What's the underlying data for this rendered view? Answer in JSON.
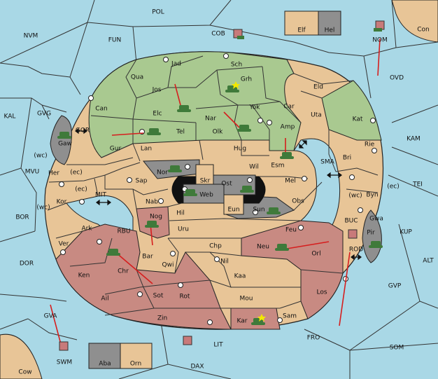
{
  "colors": {
    "sea": "#a9d8e6",
    "land": "#e8c597",
    "green_power": "#a9c990",
    "red_power": "#c88a82",
    "grey": "#8f8f8f",
    "dark": "#111111",
    "arrow": "#d61e1e",
    "unit_green": "#3f7a3a",
    "unit_red": "#c87a7a"
  },
  "labels": {
    "POL": "POL",
    "NVM": "NVM",
    "FUN": "FUN",
    "COB": "COB",
    "NOM": "NOM",
    "Con": "Con",
    "Elf": "Elf",
    "Hel": "Hel",
    "OVD": "OVD",
    "KAL": "KAL",
    "GVG": "GVG",
    "GOR": "GOR",
    "Gaw": "Gaw",
    "wc1": "(wc)",
    "Her": "Her",
    "ec1": "(ec)",
    "MVU": "MVU",
    "ec2": "(ec)",
    "Kor": "Kor",
    "wc2": "(wc)",
    "MIT": "MIT",
    "BOR": "BOR",
    "Ark": "Ark",
    "RBU": "RBU",
    "Ver": "Ver",
    "DOR": "DOR",
    "Ken": "Ken",
    "Ail": "Ail",
    "Chr": "Chr",
    "Sot": "Sot",
    "Rot": "Rot",
    "Zin": "Zin",
    "Bar": "Bar",
    "Qwi": "Qwi",
    "Nog": "Nog",
    "Nab": "Nab",
    "Hil": "Hil",
    "Uru": "Uru",
    "Sap": "Sap",
    "Nor": "Nor",
    "Skr": "Skr",
    "Web": "Web",
    "Ost": "Ost",
    "Eun": "Eun",
    "Sun": "Sun",
    "Wil": "Wil",
    "Mel": "Mel",
    "Obs": "Obs",
    "Feu": "Feu",
    "Chp": "Chp",
    "Nil": "Nil",
    "Kaa": "Kaa",
    "Mou": "Mou",
    "Kar": "Kar",
    "Sam": "Sam",
    "Los": "Los",
    "Orl": "Orl",
    "Neu": "Neu",
    "Gur": "Gur",
    "Lan": "Lan",
    "Hug": "Hug",
    "Esm": "Esm",
    "Can": "Can",
    "Elc": "Elc",
    "Tel": "Tel",
    "Olk": "Olk",
    "Nar": "Nar",
    "Jos": "Jos",
    "Qua": "Qua",
    "Jad": "Jad",
    "Sch": "Sch",
    "Grh": "Grh",
    "Yok": "Yok",
    "Car": "Car",
    "Amp": "Amp",
    "Eld": "Eld",
    "Uta": "Uta",
    "Kat": "Kat",
    "Rie": "Rie",
    "Bri": "Bri",
    "wc3": "(wc)",
    "Byn": "Byn",
    "ec3": "(ec)",
    "SMA": "SMA",
    "KAM": "KAM",
    "TEI": "TEI",
    "BUC": "BUC",
    "Gwa": "Gwa",
    "Pir": "Pir",
    "KUP": "KUP",
    "ROD": "ROD",
    "ALT": "ALT",
    "GVP": "GVP",
    "FRO": "FRO",
    "SOM": "SOM",
    "GVA": "GVA",
    "SWM": "SWM",
    "Cow": "Cow",
    "Aba": "Aba",
    "Orn": "Orn",
    "LIT": "LIT",
    "DAX": "DAX"
  }
}
